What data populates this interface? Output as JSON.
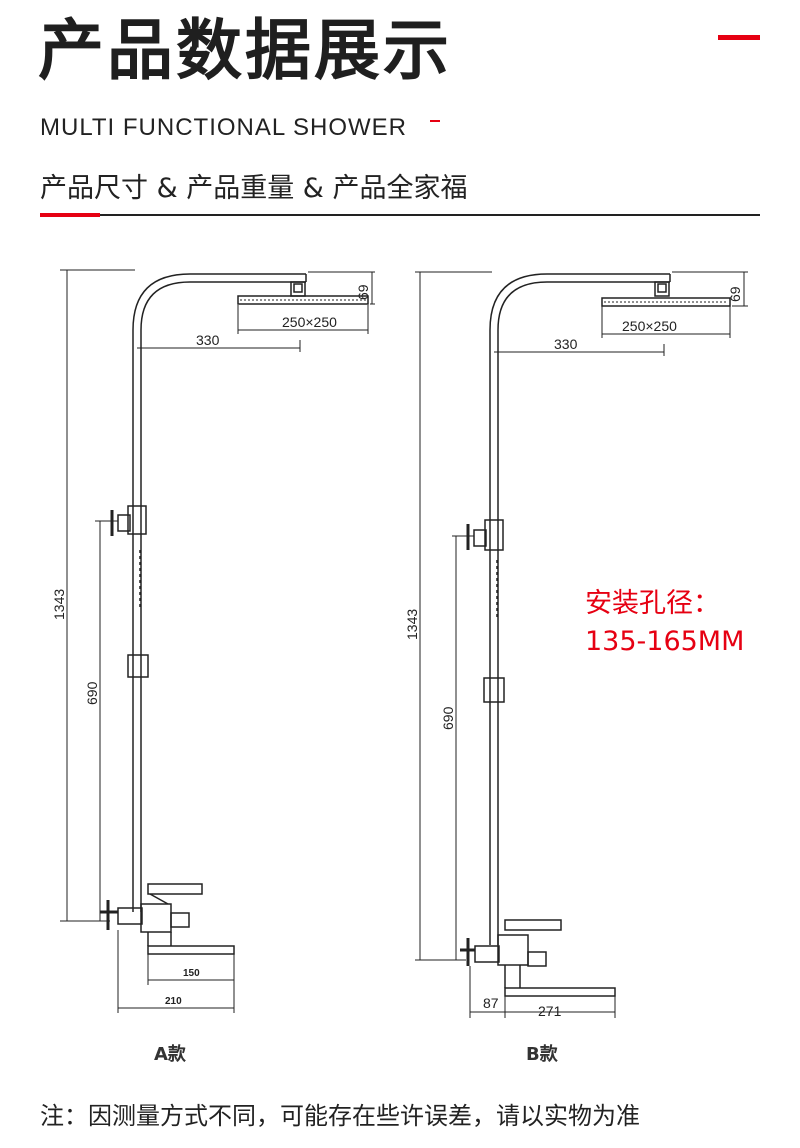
{
  "header": {
    "title_cn": "产品数据展示",
    "title_en": "MULTI FUNCTIONAL SHOWER",
    "subtitle": "产品尺寸 & 产品重量 & 产品全家福"
  },
  "colors": {
    "accent": "#e60012",
    "ink": "#222222"
  },
  "models": [
    {
      "label": "A款",
      "dims": {
        "head": "250×250",
        "arm": "330",
        "head_height": "69",
        "total": "1343",
        "bar": "690",
        "spout": "150",
        "width": "210"
      }
    },
    {
      "label": "B款",
      "dims": {
        "head": "250×250",
        "arm": "330",
        "head_height": "69",
        "total": "1343",
        "bar": "690",
        "left": "87",
        "spout": "271"
      }
    }
  ],
  "install_note": {
    "line1": "安装孔径：",
    "line2": "135-165MM"
  },
  "footnote": "注：因测量方式不同，可能存在些许误差，请以实物为准"
}
